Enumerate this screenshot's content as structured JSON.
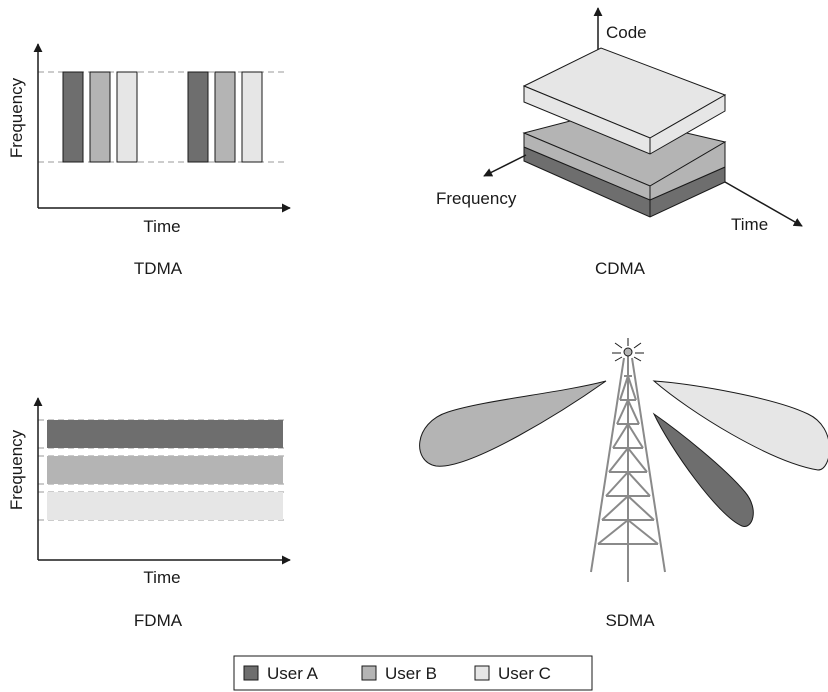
{
  "colors": {
    "user_a": "#6e6e6e",
    "user_b": "#b4b4b4",
    "user_c": "#e6e6e6",
    "stroke": "#1a1a1a",
    "guide": "#9a9a9a",
    "tower": "#8a8a8a"
  },
  "tdma": {
    "title": "TDMA",
    "y_axis": "Frequency",
    "x_axis": "Time"
  },
  "cdma": {
    "title": "CDMA",
    "axis_code": "Code",
    "axis_frequency": "Frequency",
    "axis_time": "Time"
  },
  "fdma": {
    "title": "FDMA",
    "y_axis": "Frequency",
    "x_axis": "Time"
  },
  "sdma": {
    "title": "SDMA"
  },
  "legend": {
    "items": [
      {
        "label": "User A",
        "color_key": "user_a"
      },
      {
        "label": "User B",
        "color_key": "user_b"
      },
      {
        "label": "User C",
        "color_key": "user_c"
      }
    ]
  }
}
